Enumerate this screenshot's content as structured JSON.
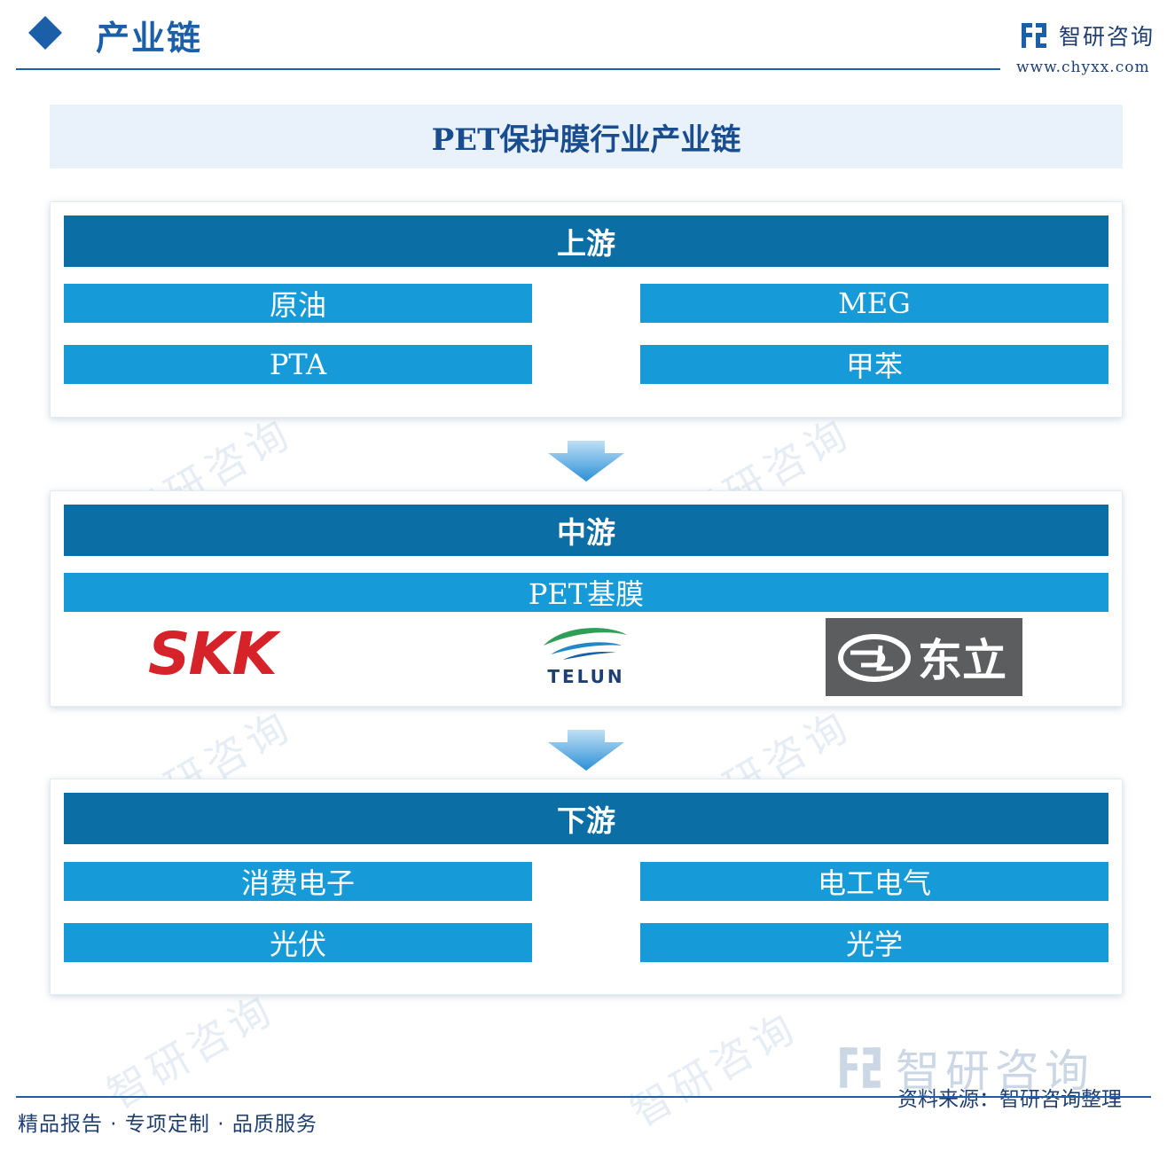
{
  "header": {
    "title": "产业链",
    "subtitle": "Industrial Chain",
    "brand_name": "智研咨询",
    "brand_url": "www.chyxx.com"
  },
  "diagram_title": "PET保护膜行业产业链",
  "upstream": {
    "label": "上游",
    "items": [
      "原油",
      "MEG",
      "PTA",
      "甲苯"
    ]
  },
  "midstream": {
    "label": "中游",
    "item": "PET基膜",
    "companies": [
      "SKK",
      "TELUN",
      "东立"
    ]
  },
  "downstream": {
    "label": "下游",
    "items": [
      "消费电子",
      "电工电气",
      "光伏",
      "光学"
    ]
  },
  "footer": {
    "slogan": "精品报告 · 专项定制 · 品质服务",
    "source": "资料来源：智研咨询整理",
    "watermark": "智研咨询"
  },
  "colors": {
    "stage_header": "#0b6ea4",
    "cell": "#169ad8",
    "accent": "#1a5fa8"
  }
}
